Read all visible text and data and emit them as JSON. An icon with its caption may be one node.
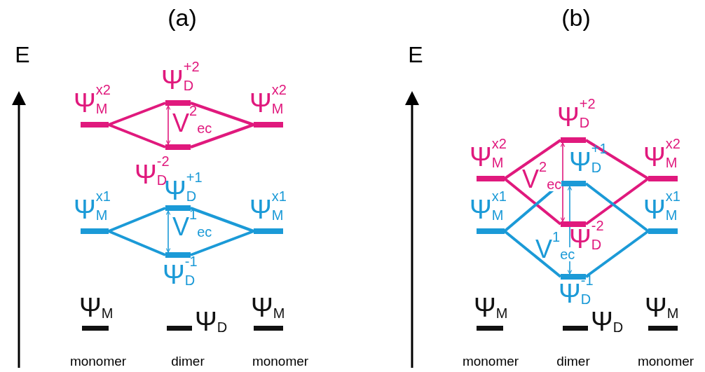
{
  "diagram": {
    "nodes": [
      {
        "text": [],
        "shape": "bar",
        "beside": [
          "Ψ$_{M}$$^{x2}$"
        ]
      },
      {
        "text": [],
        "shape": "bar",
        "beside": [
          "Ψ$_{D}$$^{+2}$"
        ]
      },
      {
        "text": [],
        "shape": "bar",
        "beside": [
          "Ψ$_{M}$$^{x2}$"
        ]
      },
      {
        "text": [],
        "shape": "bar",
        "beside": [
          "Ψ$_{D}$$^{-2}$"
        ]
      },
      {
        "text": [],
        "shape": "bar",
        "beside": [
          "Ψ$_{M}$$^{x1}$"
        ]
      },
      {
        "text": [],
        "shape": "bar",
        "beside": [
          "Ψ$_{D}$$^{+1}$"
        ]
      },
      {
        "text": [],
        "shape": "bar",
        "beside": [
          "Ψ$_{M}$$^{x1}$"
        ]
      },
      {
        "text": [],
        "shape": "bar",
        "beside": [
          "Ψ$_{D}$$^{-1}$"
        ]
      },
      {
        "text": [],
        "shape": "bar",
        "beside": [
          "Ψ$_{M}$"
        ]
      },
      {
        "text": [],
        "shape": "bar",
        "beside": [
          "Ψ$_{D}$"
        ]
      },
      {
        "text": [],
        "shape": "bar",
        "beside": [
          "Ψ$_{M}$"
        ]
      },
      {
        "text": [],
        "shape": "bar",
        "beside": [
          "Ψ$_{M}$$^{x2}$"
        ]
      },
      {
        "text": [],
        "shape": "bar",
        "beside": [
          "Ψ$_{D}$$^{+2}$"
        ]
      },
      {
        "text": [],
        "shape": "bar",
        "beside": [
          "Ψ$_{M}$$^{x2}$"
        ]
      },
      {
        "text": [],
        "shape": "bar",
        "beside": [
          "Ψ$_{D}$$^{-2}$"
        ]
      },
      {
        "text": [],
        "shape": "bar",
        "beside": [
          "Ψ$_{M}$$^{x1}$"
        ]
      },
      {
        "text": [],
        "shape": "bar",
        "beside": [
          "Ψ$_{D}$$^{+1}$"
        ]
      },
      {
        "text": [],
        "shape": "bar",
        "beside": [
          "Ψ$_{M}$$^{x1}$"
        ]
      },
      {
        "text": [],
        "shape": "bar",
        "beside": [
          "Ψ$_{D}$$^{-1}$"
        ]
      },
      {
        "text": [],
        "shape": "bar",
        "beside": [
          "Ψ$_{M}$"
        ]
      },
      {
        "text": [],
        "shape": "bar",
        "beside": [
          "Ψ$_{D}$"
        ]
      },
      {
        "text": [],
        "shape": "bar",
        "beside": [
          "Ψ$_{M}$"
        ]
      }
    ],
    "edges": [
      {
        "from": 0,
        "to": 1,
        "arrow": "none",
        "color": "#e0197d"
      },
      {
        "from": 0,
        "to": 3,
        "arrow": "none",
        "color": "#e0197d"
      },
      {
        "from": 1,
        "to": 2,
        "arrow": "none",
        "color": "#e0197d"
      },
      {
        "from": 3,
        "to": 2,
        "arrow": "none",
        "color": "#e0197d"
      },
      {
        "from": 1,
        "to": 3,
        "arrow": "both",
        "label": "V$^{2}$$_{ec}$",
        "color": "#e0197d"
      },
      {
        "from": 4,
        "to": 5,
        "arrow": "none",
        "color": "#1b9ad7"
      },
      {
        "from": 4,
        "to": 7,
        "arrow": "none",
        "color": "#1b9ad7"
      },
      {
        "from": 5,
        "to": 6,
        "arrow": "none",
        "color": "#1b9ad7"
      },
      {
        "from": 7,
        "to": 6,
        "arrow": "none",
        "color": "#1b9ad7"
      },
      {
        "from": 5,
        "to": 7,
        "arrow": "both",
        "label": "V$^{1}$$_{ec}$",
        "color": "#1b9ad7"
      },
      {
        "from": 11,
        "to": 12,
        "arrow": "none",
        "color": "#e0197d"
      },
      {
        "from": 11,
        "to": 14,
        "arrow": "none",
        "color": "#e0197d"
      },
      {
        "from": 12,
        "to": 13,
        "arrow": "none",
        "color": "#e0197d"
      },
      {
        "from": 14,
        "to": 13,
        "arrow": "none",
        "color": "#e0197d"
      },
      {
        "from": 12,
        "to": 14,
        "arrow": "both",
        "label": "V$^{2}$$_{ec}$",
        "color": "#e0197d"
      },
      {
        "from": 15,
        "to": 16,
        "arrow": "none",
        "color": "#1b9ad7"
      },
      {
        "from": 15,
        "to": 18,
        "arrow": "none",
        "color": "#1b9ad7"
      },
      {
        "from": 16,
        "to": 17,
        "arrow": "none",
        "color": "#1b9ad7"
      },
      {
        "from": 18,
        "to": 17,
        "arrow": "none",
        "color": "#1b9ad7"
      },
      {
        "from": 16,
        "to": 18,
        "arrow": "both",
        "label": "V$^{1}$$_{ec}$",
        "color": "#1b9ad7"
      }
    ],
    "labels": [
      "(a)",
      "(b)",
      "E",
      "E",
      "monomer",
      "dimer",
      "monomer",
      "monomer",
      "dimer",
      "monomer"
    ]
  }
}
